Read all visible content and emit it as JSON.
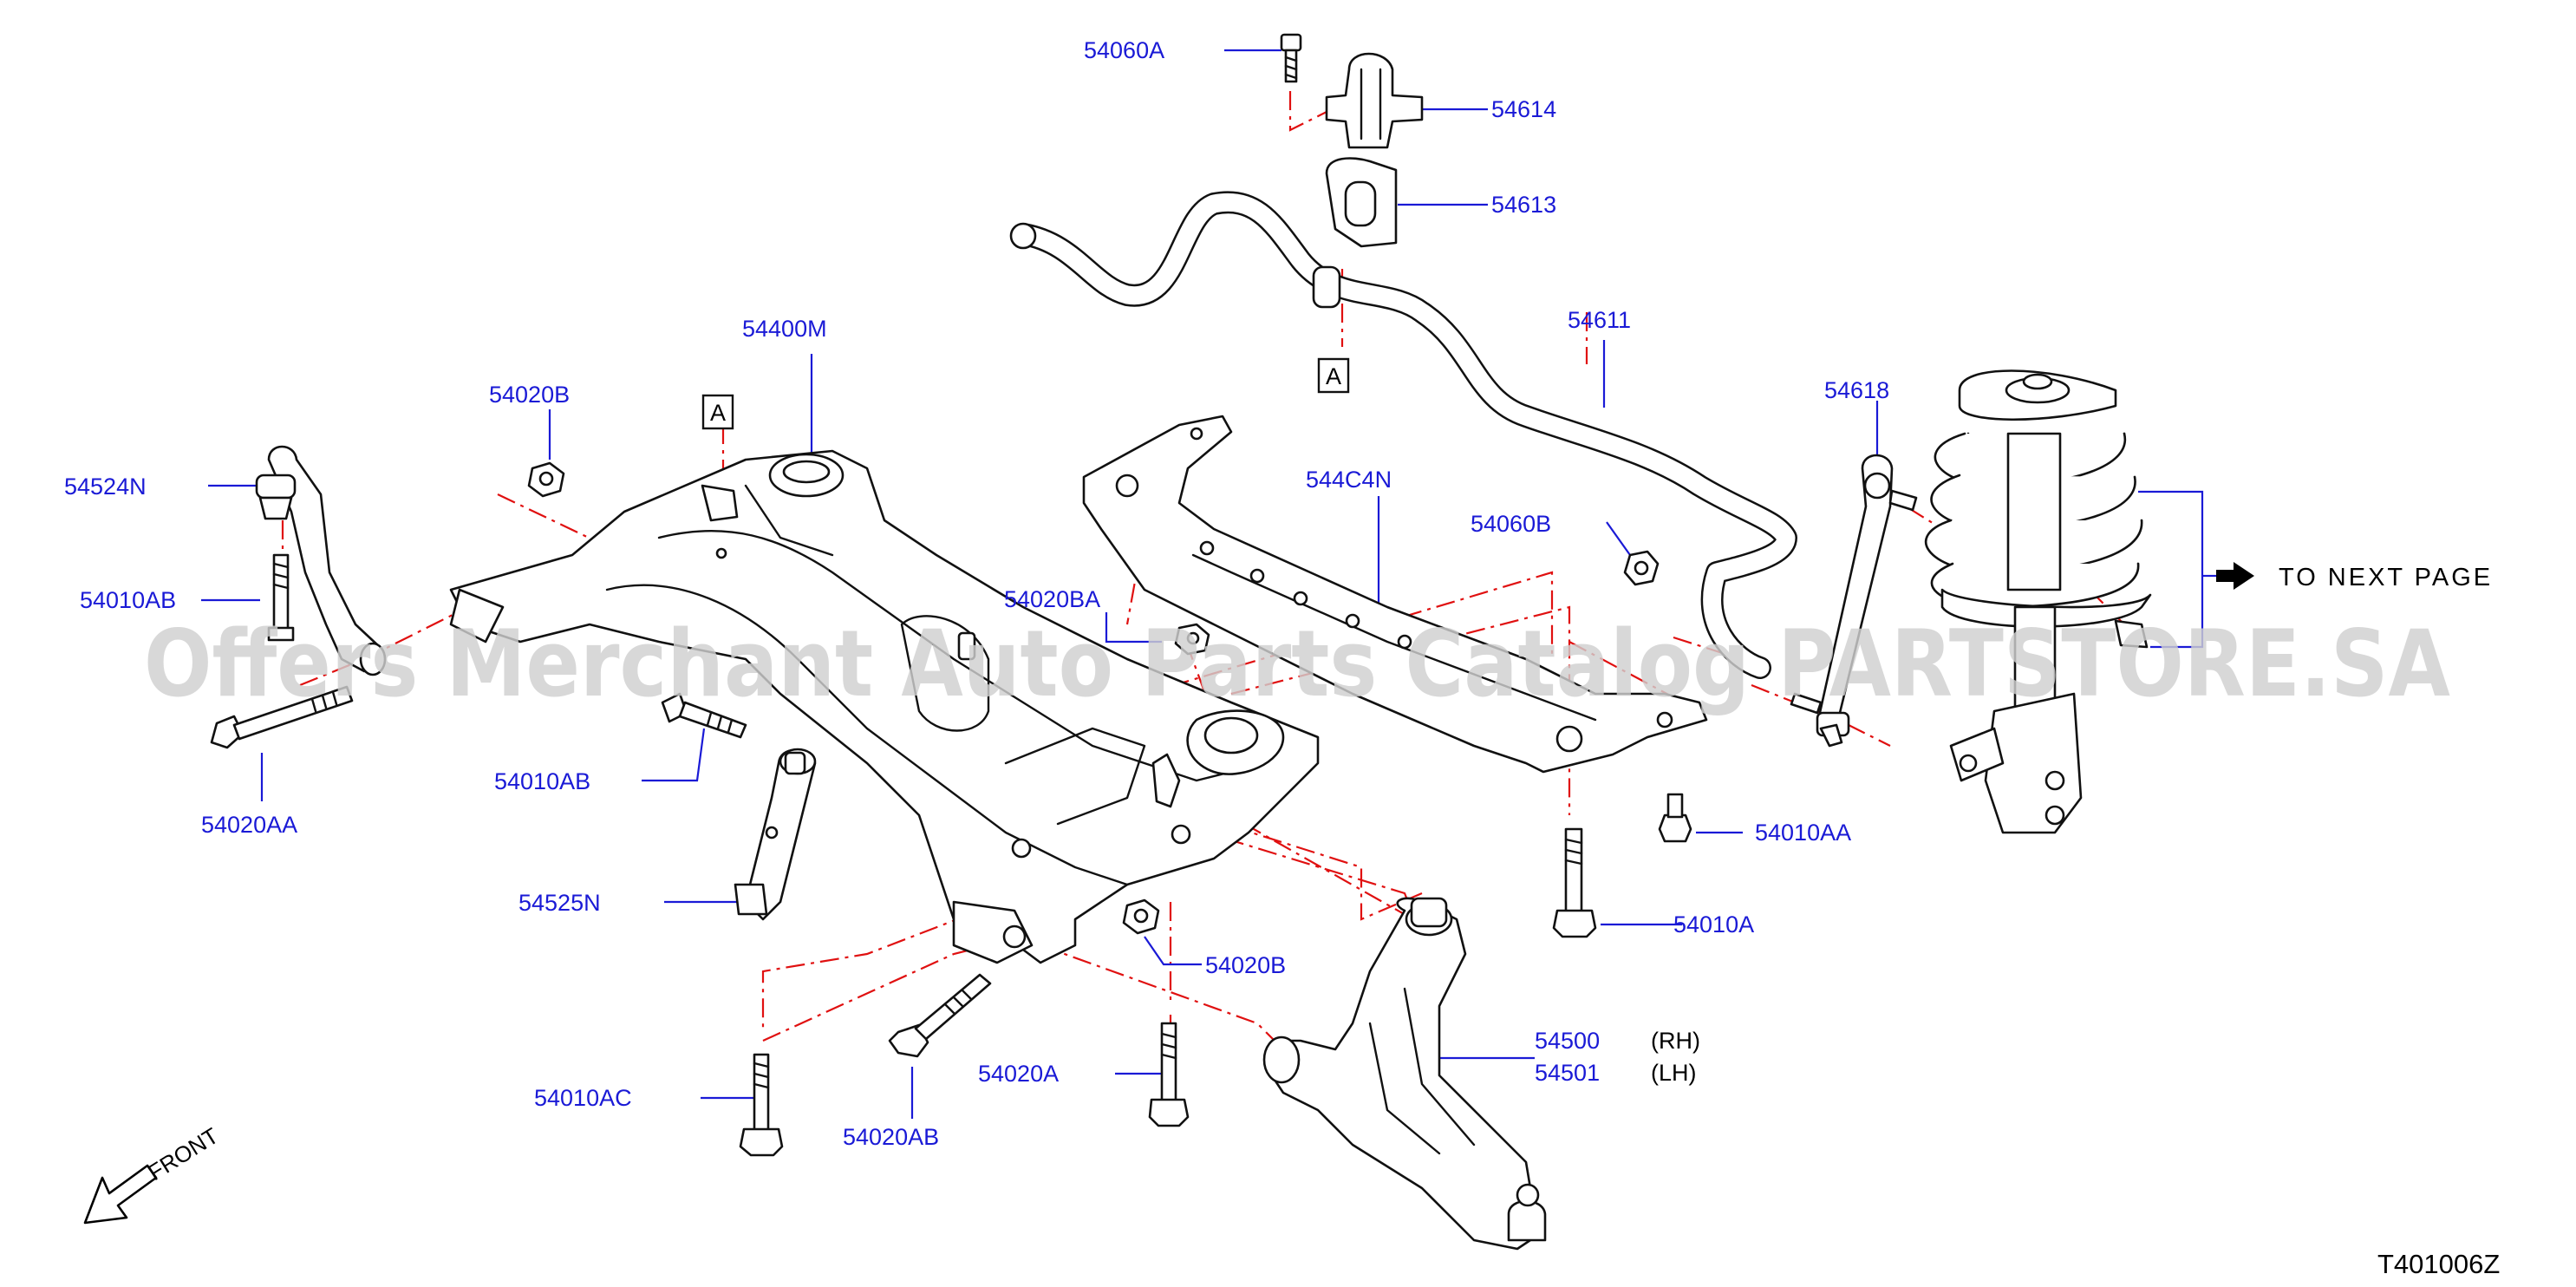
{
  "diagram": {
    "figure_code": "T401006Z",
    "watermark": "Offers Merchant Auto Parts Catalog PARTSTORE.SA",
    "front_label": "FRONT",
    "next_page_label": "TO  NEXT  PAGE",
    "ref_letter": "A",
    "side_rh": "(RH)",
    "side_lh": "(LH)",
    "colors": {
      "callout": "#1a1ad6",
      "assembly_line": "#e01010",
      "drawing": "#111111"
    },
    "labels": {
      "p54060A": "54060A",
      "p54614": "54614",
      "p54613": "54613",
      "p54611": "54611",
      "p54400M": "54400M",
      "p54020B_top": "54020B",
      "p54524N": "54524N",
      "p54010AB_left": "54010AB",
      "p54020AA": "54020AA",
      "p54618": "54618",
      "p544C4N": "544C4N",
      "p54060B": "54060B",
      "p54020BA": "54020BA",
      "p54010AB_mid": "54010AB",
      "p54525N": "54525N",
      "p54010AA": "54010AA",
      "p54010A": "54010A",
      "p54020B_bottom": "54020B",
      "p54500": "54500",
      "p54501": "54501",
      "p54020A": "54020A",
      "p54010AC": "54010AC",
      "p54020AB": "54020AB"
    }
  }
}
